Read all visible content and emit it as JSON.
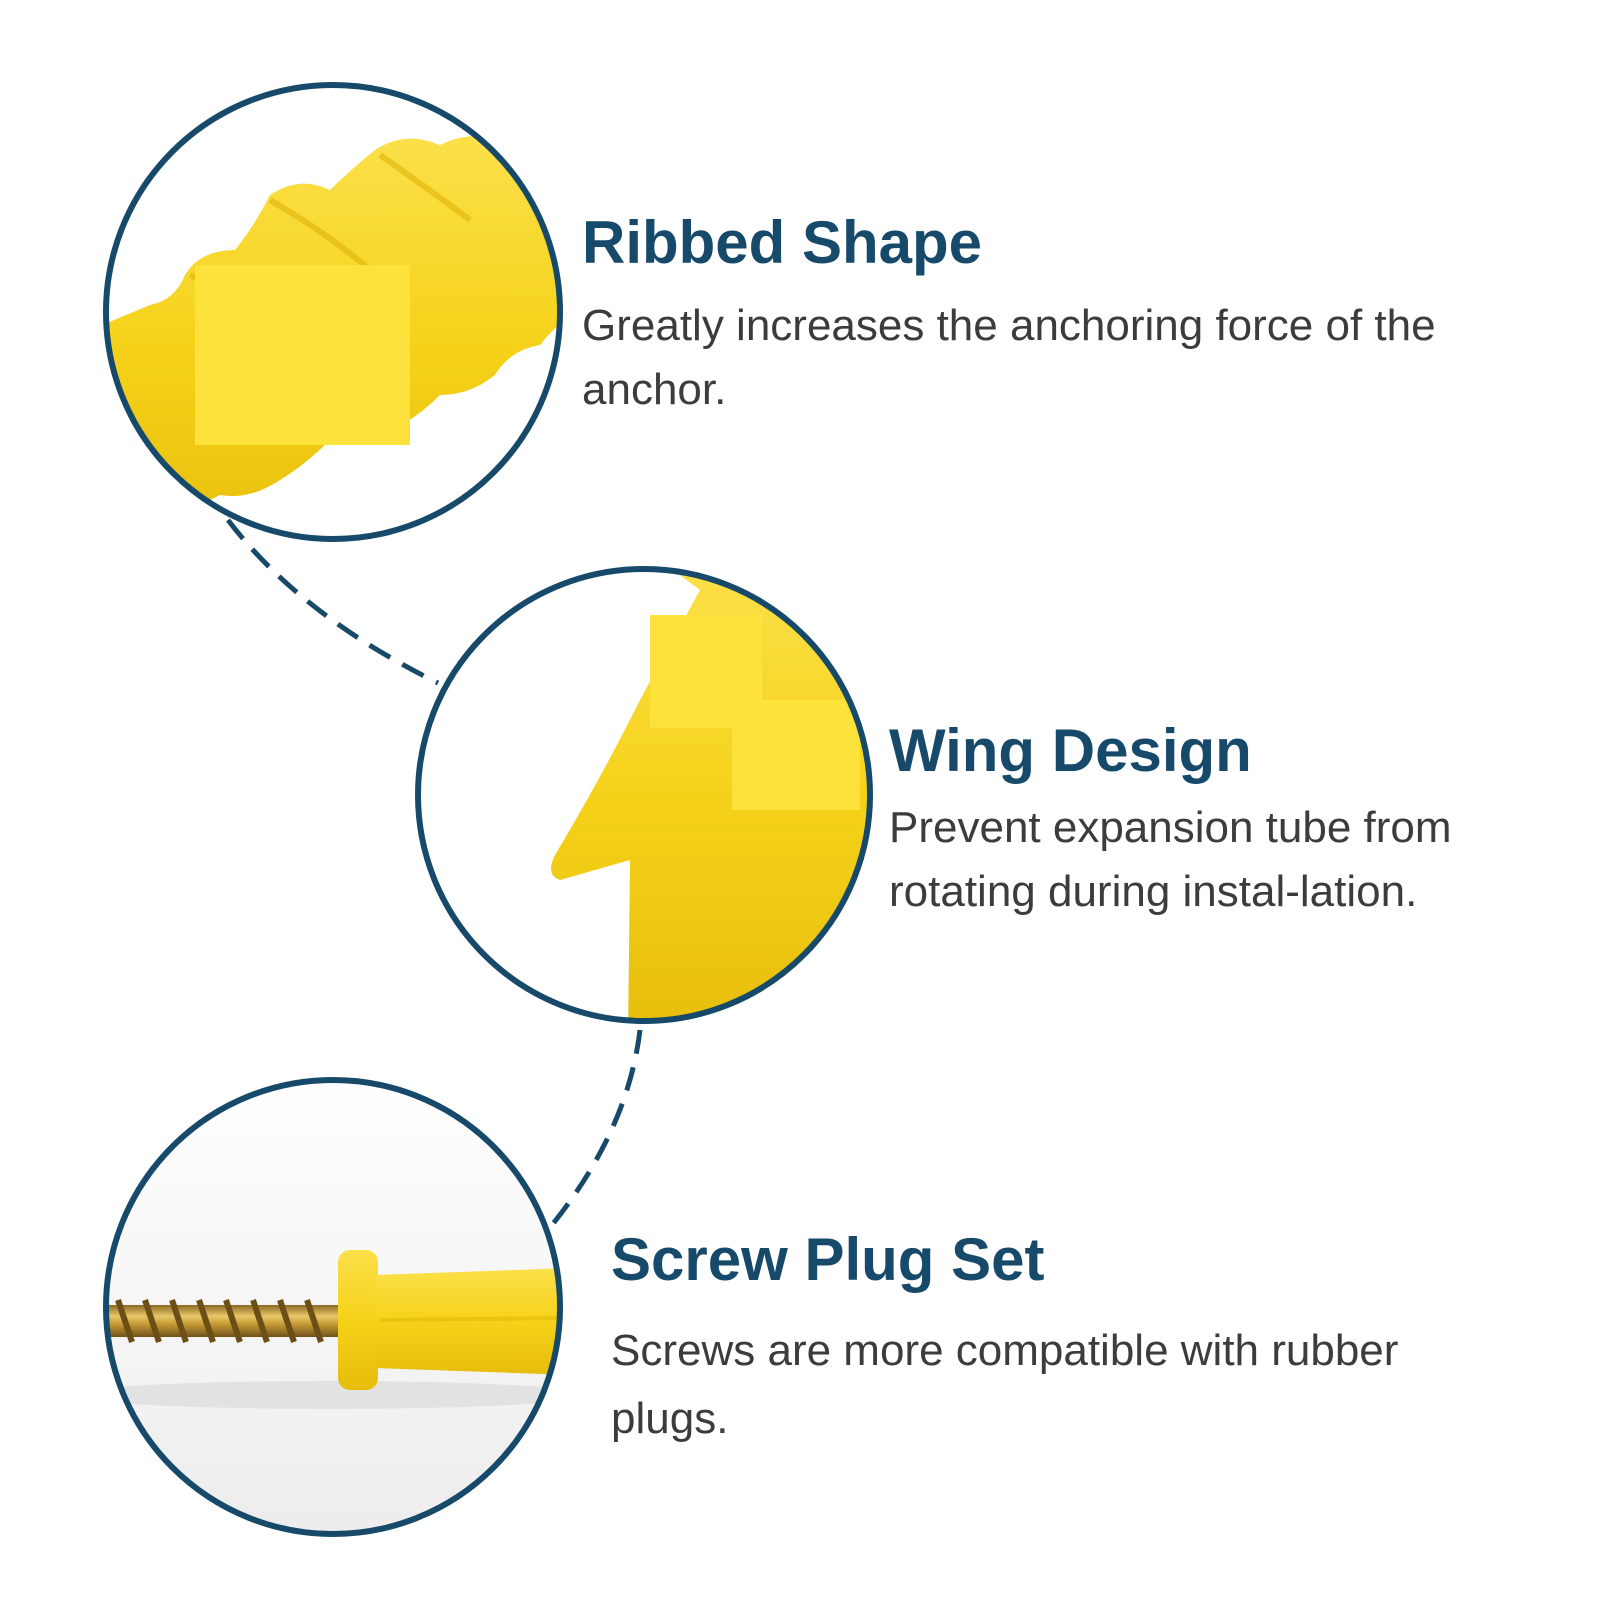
{
  "colors": {
    "ring": "#174a6a",
    "title": "#174a6a",
    "body_text": "#3c3c3c",
    "plug_yellow": "#f7d51a",
    "screw_gold": "#c9a13a"
  },
  "features": [
    {
      "title": "Ribbed Shape",
      "description": "Greatly increases the anchoring force of the anchor."
    },
    {
      "title": "Wing Design",
      "description": "Prevent expansion tube from rotating during instal-lation."
    },
    {
      "title": "Screw Plug Set",
      "description": "Screws are more compatible with rubber plugs."
    }
  ]
}
